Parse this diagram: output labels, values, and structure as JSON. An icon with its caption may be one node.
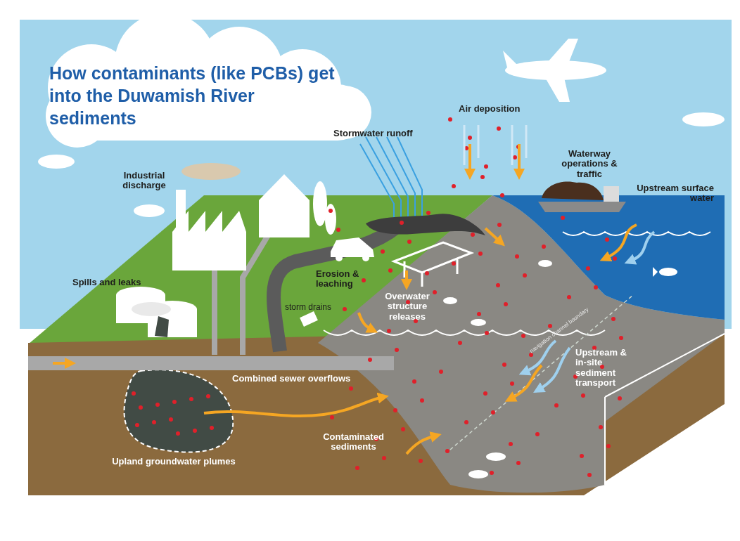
{
  "diagram": {
    "title": "How contaminants (like PCBs) get into the Duwamish River sediments",
    "labels": [
      "Industrial discharge",
      "Stormwater runoff",
      "Air deposition",
      "Waterway operations & traffic",
      "Upstream surface water",
      "Spills and leaks",
      "Erosion & leaching",
      "storm drains",
      "Overwater structure releases",
      "navigation channel boundary",
      "Combined sewer overflows",
      "Upstream & in-site sediment transport",
      "Contaminated sediments",
      "Upland groundwater plumes"
    ]
  }
}
